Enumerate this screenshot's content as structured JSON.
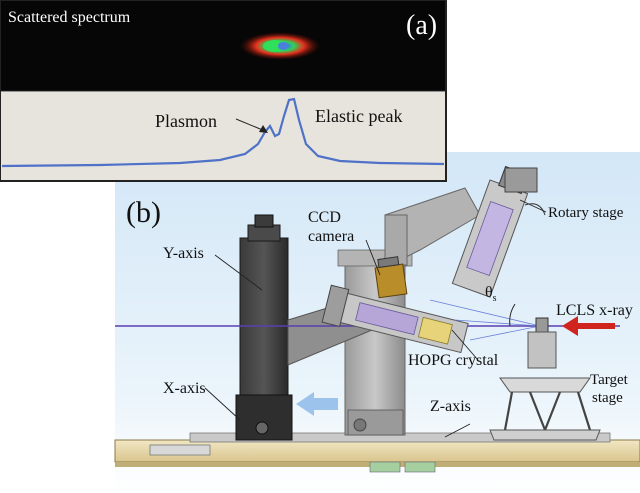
{
  "panel_a": {
    "tag": "(a)",
    "spectrum_label": "Scattered spectrum",
    "plasmon_label": "Plasmon",
    "elastic_label": "Elastic peak"
  },
  "panel_b": {
    "tag": "(b)",
    "labels": {
      "ccd_line1": "CCD",
      "ccd_line2": "camera",
      "rotary": "Rotary stage",
      "y_axis": "Y-axis",
      "theta": "θ",
      "theta_sub": "s",
      "lcls": "LCLS x-ray",
      "hopg": "HOPG crystal",
      "x_axis": "X-axis",
      "target_line1": "Target",
      "target_line2": "stage",
      "z_axis": "Z-axis"
    }
  },
  "colors": {
    "beam": "#5a3fb0",
    "incoming_arrow": "#d0241f",
    "direction_arrow": "#9cc3ec",
    "spectrum_trace": "#4f72c8",
    "sky_top": "#d8eaf8",
    "sky_bottom": "#ffffff",
    "detector_bg": "#060606"
  }
}
